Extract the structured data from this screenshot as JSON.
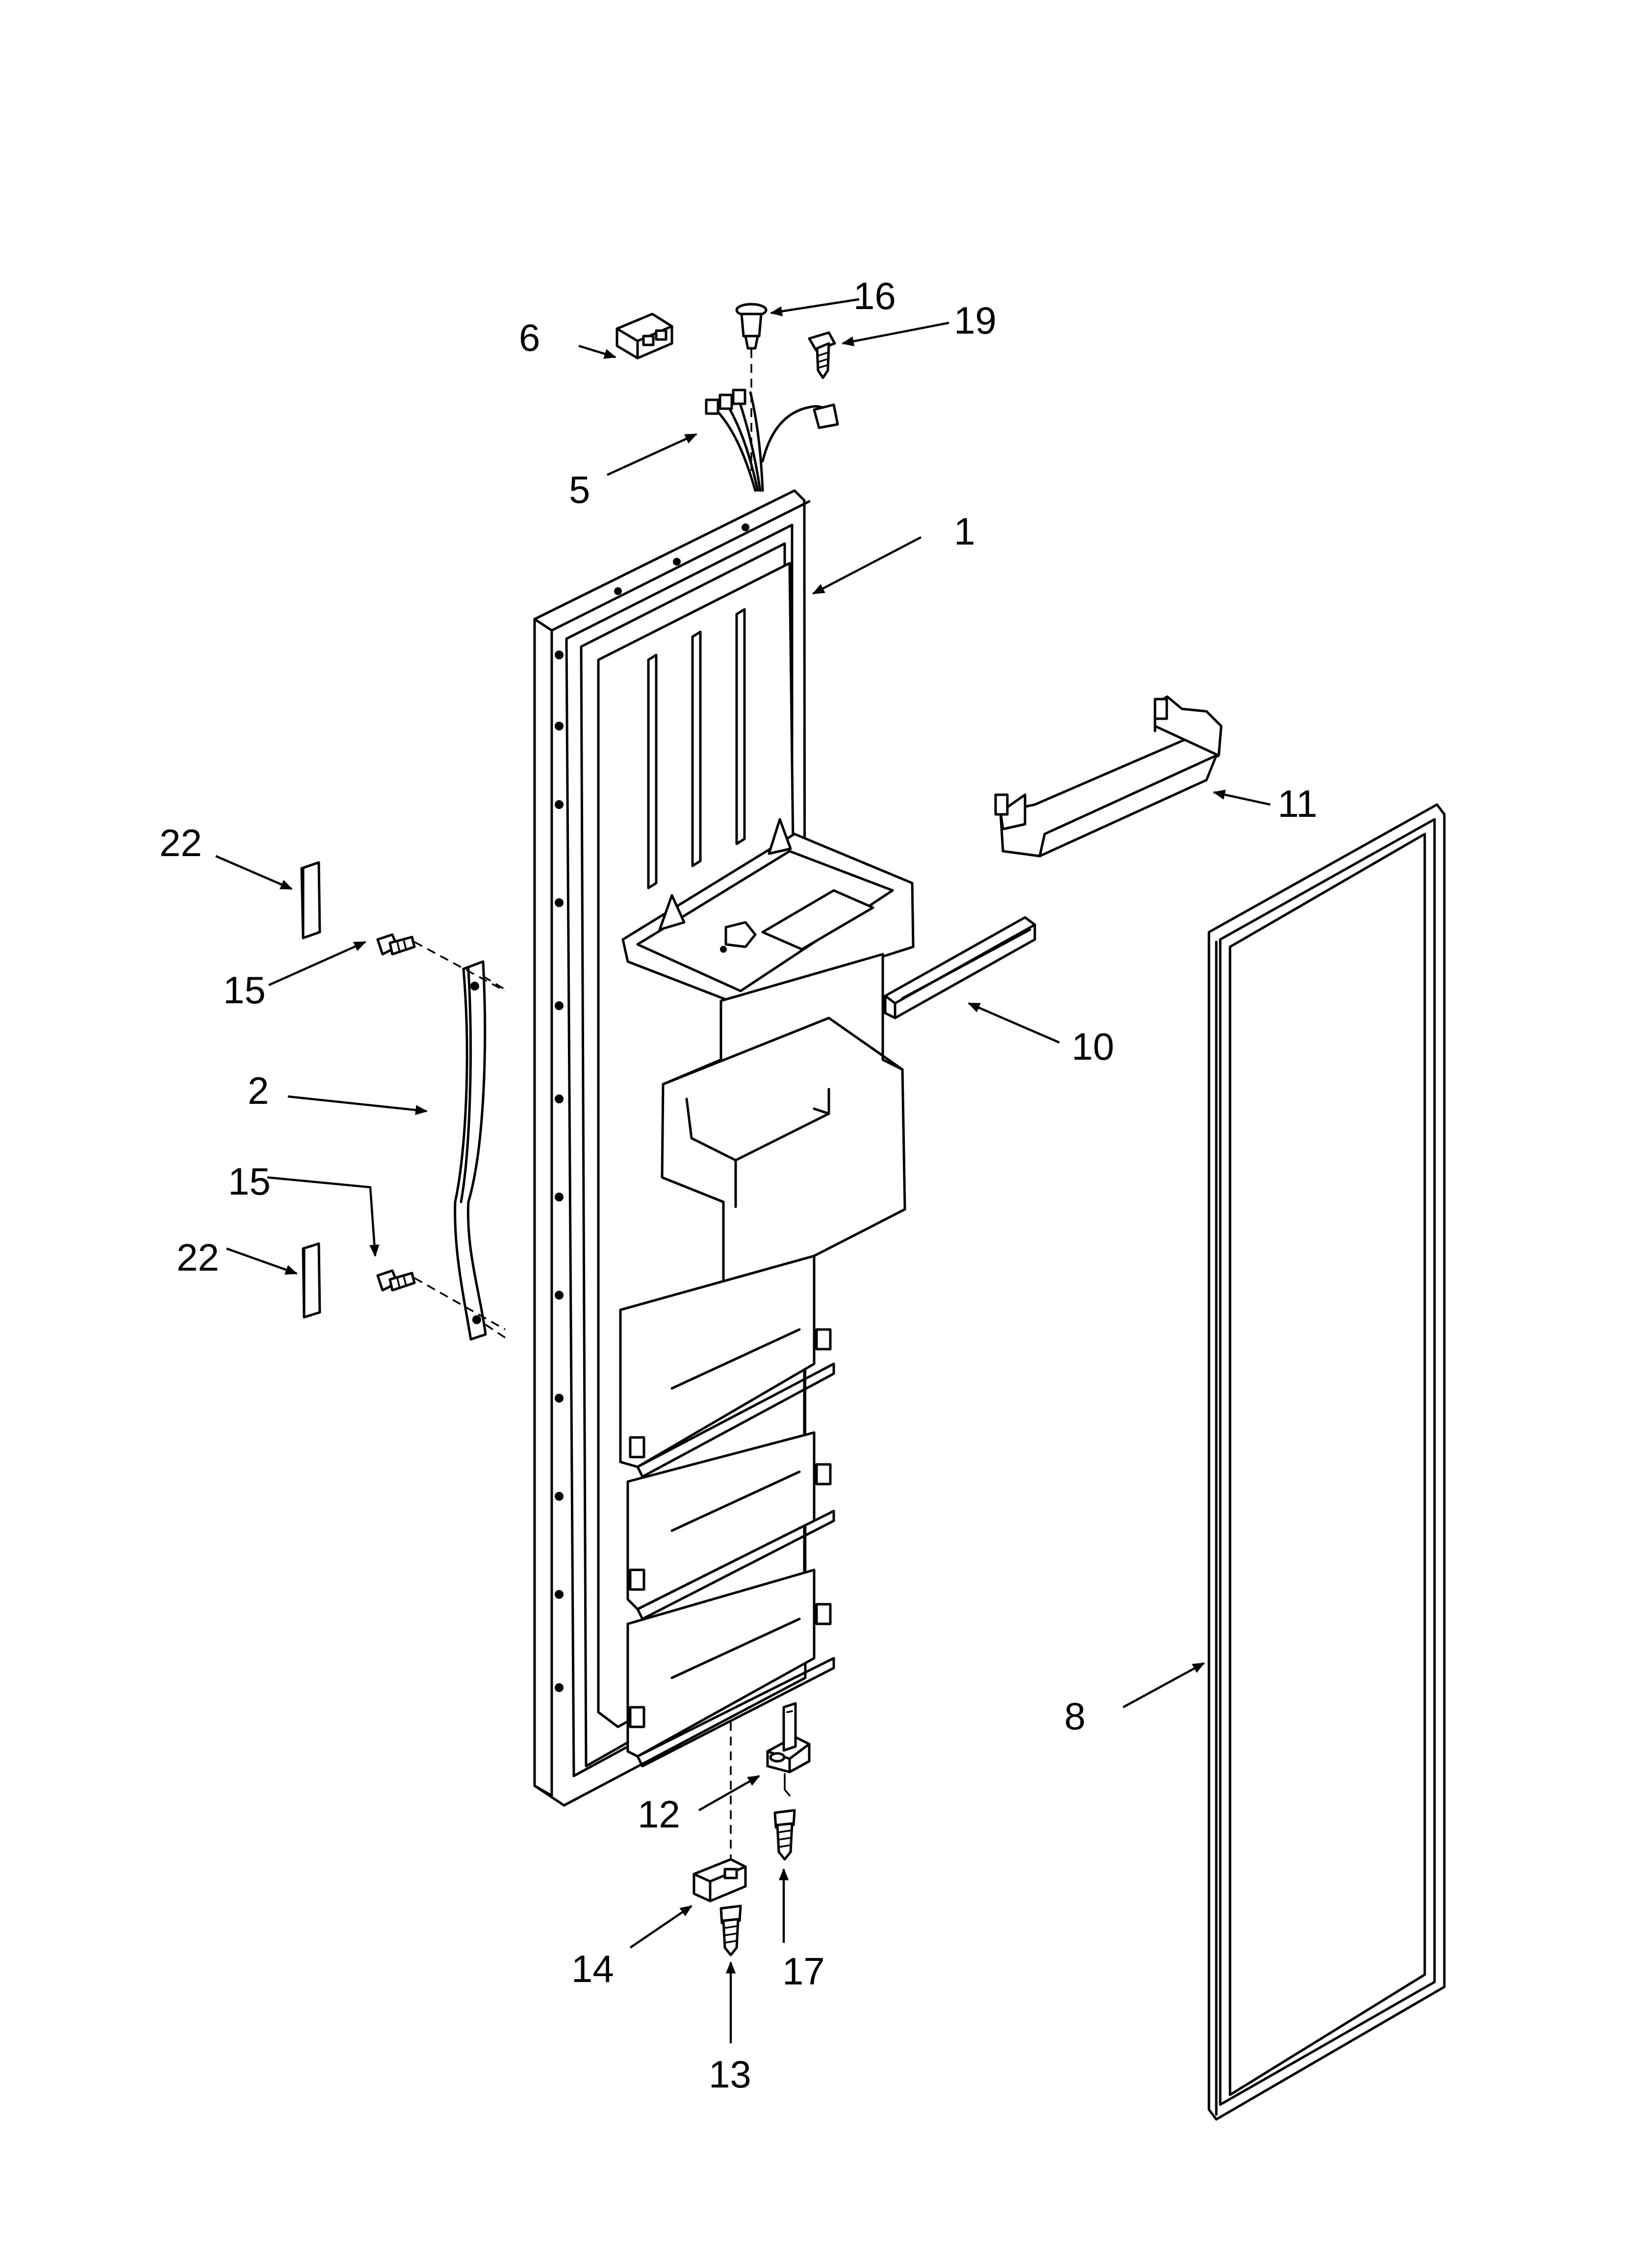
{
  "callouts": {
    "p1": "1",
    "p2": "2",
    "p5": "5",
    "p6": "6",
    "p8": "8",
    "p10": "10",
    "p11": "11",
    "p12": "12",
    "p13": "13",
    "p14": "14",
    "p15a": "15",
    "p15b": "15",
    "p16": "16",
    "p17": "17",
    "p19": "19",
    "p22a": "22",
    "p22b": "22"
  }
}
